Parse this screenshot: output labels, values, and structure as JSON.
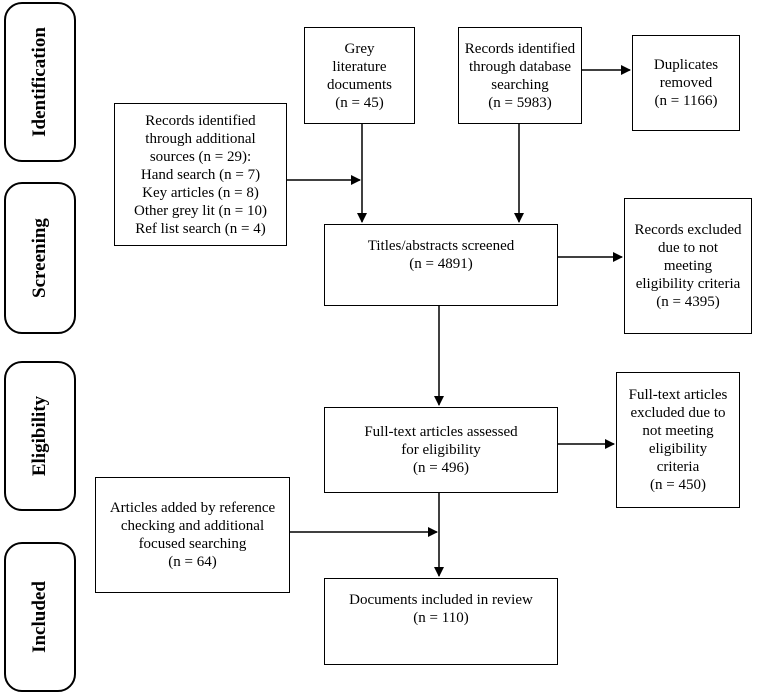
{
  "phases": {
    "identification": "Identification",
    "screening": "Screening",
    "eligibility": "Eligibility",
    "included": "Included"
  },
  "boxes": {
    "grey_literature": [
      "Grey",
      "literature",
      "documents",
      "(n = 45)"
    ],
    "database_records": [
      "Records identified",
      "through database",
      "searching",
      "(n = 5983)"
    ],
    "duplicates": [
      "Duplicates",
      "removed",
      "(n = 1166)"
    ],
    "additional_sources": [
      "Records identified",
      "through additional",
      "sources (n = 29):",
      "Hand search (n = 7)",
      "Key articles (n = 8)",
      "Other grey lit (n = 10)",
      "Ref list search (n = 4)"
    ],
    "screened": [
      "Titles/abstracts screened",
      "(n = 4891)"
    ],
    "excluded_screening": [
      "Records excluded",
      "due to not",
      "meeting",
      "eligibility criteria",
      "(n = 4395)"
    ],
    "fulltext_assessed": [
      "Full-text articles assessed",
      "for eligibility",
      "(n = 496)"
    ],
    "fulltext_excluded": [
      "Full-text articles",
      "excluded due to",
      "not meeting",
      "eligibility",
      "criteria",
      "(n = 450)"
    ],
    "added_articles": [
      "Articles added by reference",
      "checking and additional",
      "focused searching",
      "(n = 64)"
    ],
    "included_docs": [
      "Documents included in review",
      "(n = 110)"
    ]
  }
}
